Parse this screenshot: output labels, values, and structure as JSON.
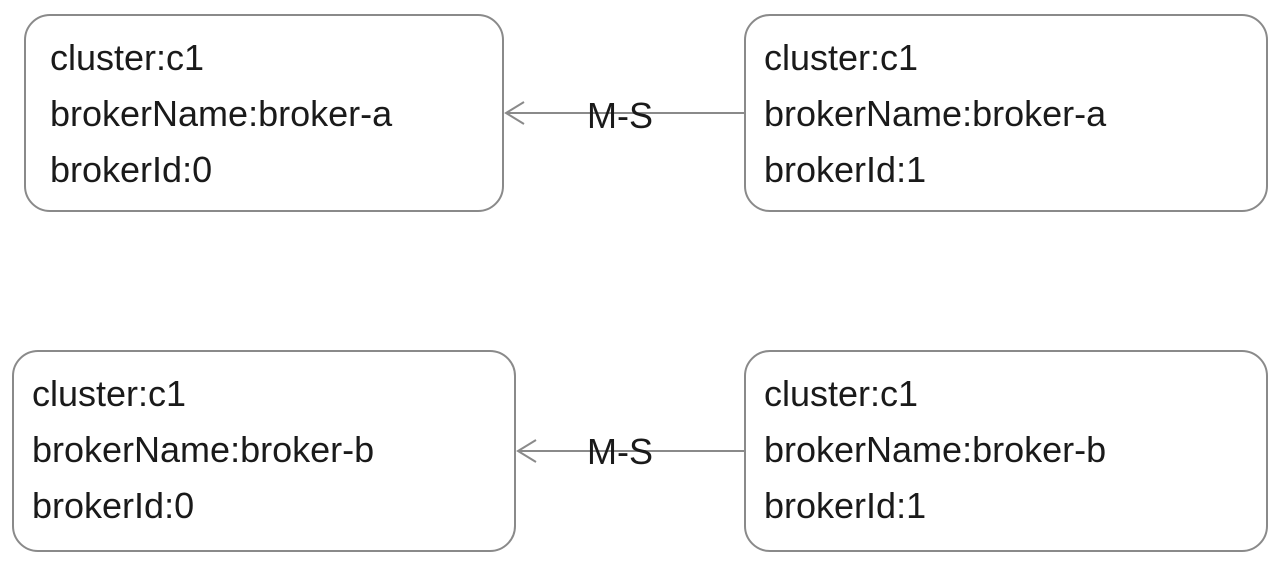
{
  "diagram": {
    "nodes": [
      {
        "id": "broker-a-master",
        "lines": [
          "cluster:c1",
          "brokerName:broker-a",
          "brokerId:0"
        ]
      },
      {
        "id": "broker-a-slave",
        "lines": [
          "cluster:c1",
          "brokerName:broker-a",
          "brokerId:1"
        ]
      },
      {
        "id": "broker-b-master",
        "lines": [
          "cluster:c1",
          "brokerName:broker-b",
          "brokerId:0"
        ]
      },
      {
        "id": "broker-b-slave",
        "lines": [
          "cluster:c1",
          "brokerName:broker-b",
          "brokerId:1"
        ]
      }
    ],
    "edges": [
      {
        "from": "broker-a-slave",
        "to": "broker-a-master",
        "label": "M-S"
      },
      {
        "from": "broker-b-slave",
        "to": "broker-b-master",
        "label": "M-S"
      }
    ],
    "colors": {
      "border": "#8a8a8a",
      "arrow": "#8a8a8a",
      "text": "#1a1a1a"
    }
  }
}
